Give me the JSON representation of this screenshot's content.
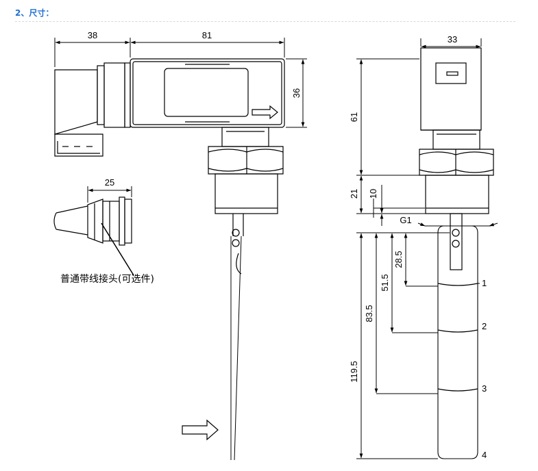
{
  "heading": "2、尺寸：",
  "front_view": {
    "dim_connector_width": "38",
    "dim_body_width": "81",
    "dim_body_height": "36",
    "dim_optional_connector_width": "25",
    "optional_connector_label": "普通带线接头(可选件)"
  },
  "side_view": {
    "dim_head_width": "33",
    "dim_head_height": "61",
    "dim_fitting_height": "21",
    "dim_thread_length": "10",
    "thread_label": "G1",
    "dim_level_1": "28.5",
    "dim_level_2": "51.5",
    "dim_level_3": "83.5",
    "dim_level_4": "119.5",
    "level_numbers": [
      "1",
      "2",
      "3",
      "4"
    ]
  },
  "colors": {
    "heading": "#1f6fd1",
    "line": "#000000"
  }
}
